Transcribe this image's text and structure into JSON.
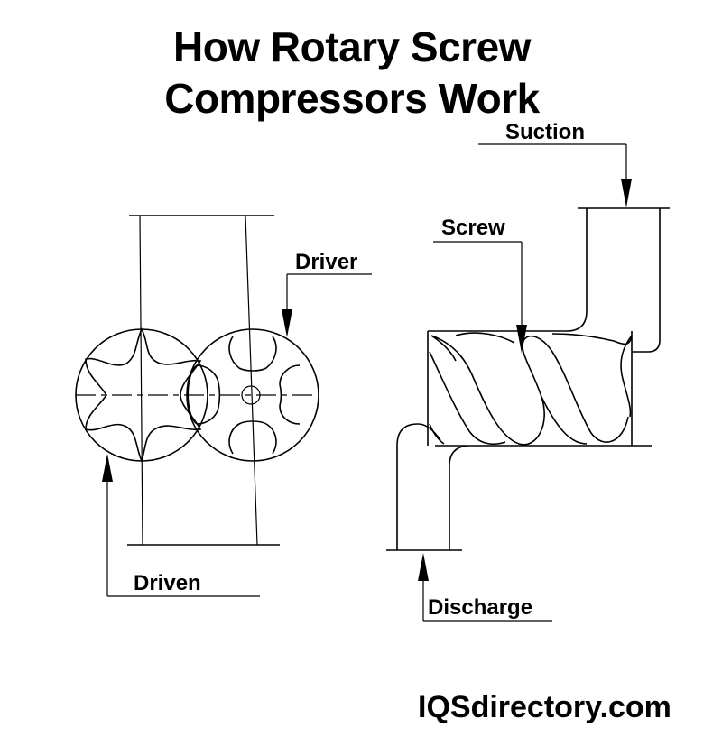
{
  "title": {
    "line1": "How Rotary Screw",
    "line2": "Compressors Work"
  },
  "labels": {
    "driver": "Driver",
    "driven": "Driven",
    "suction": "Suction",
    "screw": "Screw",
    "discharge": "Discharge"
  },
  "watermark": "IQSdirectory.com"
}
